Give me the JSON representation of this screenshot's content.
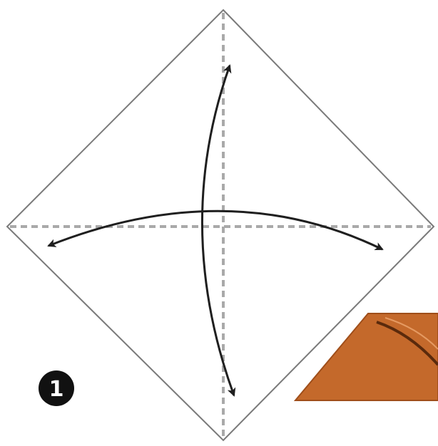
{
  "diagram": {
    "step_number": "1",
    "colors": {
      "background": "#ffffff",
      "paper_edge": "#7a7a7a",
      "crease_line": "#a9a9a9",
      "arrow": "#1f1f1f",
      "step_badge": "#111111",
      "step_badge_text": "#ffffff",
      "next_step_paper": "#c4692b",
      "next_step_paper_dark": "#9f4e1a",
      "next_step_crease": "#5a2a0c"
    },
    "elements": [
      "square-paper-diamond",
      "vertical-valley-crease",
      "horizontal-valley-crease",
      "vertical-fold-unfold-arrow",
      "horizontal-fold-unfold-arrow",
      "step-number-badge",
      "next-step-preview"
    ]
  }
}
